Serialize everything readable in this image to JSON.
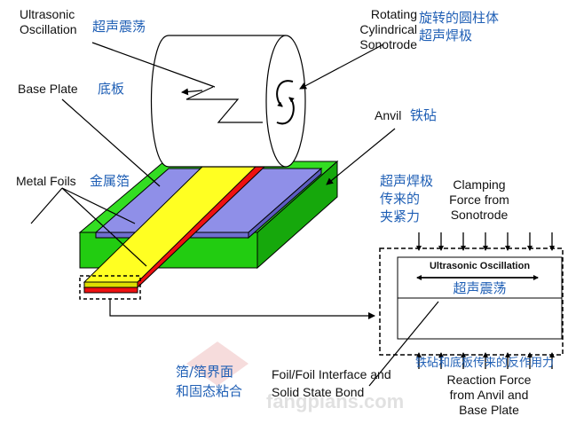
{
  "labels": {
    "ultrasonic_oscillation_en": "Ultrasonic\nOscillation",
    "ultrasonic_oscillation_cn": "超声震荡",
    "rotating_sonotrode_en": "Rotating\nCylindrical\nSonotrode",
    "rotating_sonotrode_cn": "旋转的圆柱体\n超声焊极",
    "base_plate_en": "Base Plate",
    "base_plate_cn": "底板",
    "anvil_en": "Anvil",
    "anvil_cn": "铁砧",
    "metal_foils_en": "Metal Foils",
    "metal_foils_cn": "金属箔",
    "clamping_force_cn": "超声焊极\n传来的\n夹紧力",
    "clamping_force_en": "Clamping\nForce from\nSonotrode",
    "inset_oscillation_en": "Ultrasonic Oscillation",
    "inset_oscillation_cn": "超声震荡",
    "reaction_force_cn": "铁砧和底板传来的反作用力",
    "reaction_force_en": "Reaction Force\nfrom Anvil and\nBase Plate",
    "interface_cn": "箔/箔界面\n和固态粘合",
    "interface_en": "Foil/Foil Interface and\nSolid State Bond"
  },
  "watermark": {
    "text": "fangpians.com"
  },
  "colors": {
    "anvil_green": "#33dd22",
    "base_plate_blue": "#8f8fe8",
    "foil_yellow": "#ffff22",
    "foil_red": "#ee1111",
    "label_blue": "#1f5fb5"
  }
}
